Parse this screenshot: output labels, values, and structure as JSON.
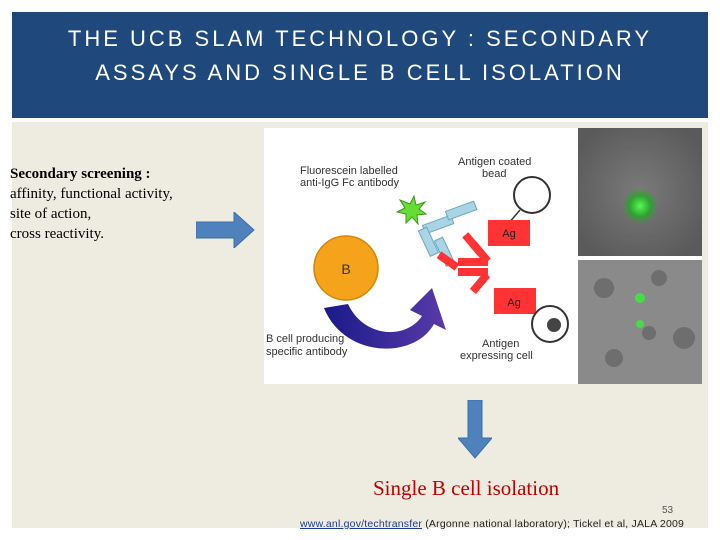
{
  "slide": {
    "title": "THE UCB SLAM TECHNOLOGY : SECONDARY ASSAYS AND SINGLE B CELL ISOLATION",
    "colors": {
      "title_bg": "#1f497d",
      "content_bg": "#eeece1",
      "arrow": "#4f81bd",
      "accent_red": "#c00000"
    }
  },
  "left_text": {
    "heading": "Secondary screening :",
    "lines": [
      "affinity, functional activity,",
      "site of action,",
      "cross reactivity."
    ]
  },
  "figure": {
    "label_fluorescein": "Fluorescein labelled",
    "label_antibody": "anti-IgG Fc antibody",
    "label_antigen_coated": "Antigen coated",
    "label_bead": "bead",
    "label_b": "B",
    "label_ag1": "Ag",
    "label_ag2": "Ag",
    "label_bcell_1": "B cell producing",
    "label_bcell_2": "specific antibody",
    "label_antigen_1": "Antigen",
    "label_antigen_2": "expressing cell"
  },
  "isolation_label": "Single B cell isolation",
  "page_number": "53",
  "citation": {
    "link": "www.anl.gov/techtransfer",
    "text": " (Argonne national laboratory); Tickel et al, JALA 2009"
  },
  "icons": [
    "arrow-right-icon",
    "arrow-down-icon"
  ]
}
